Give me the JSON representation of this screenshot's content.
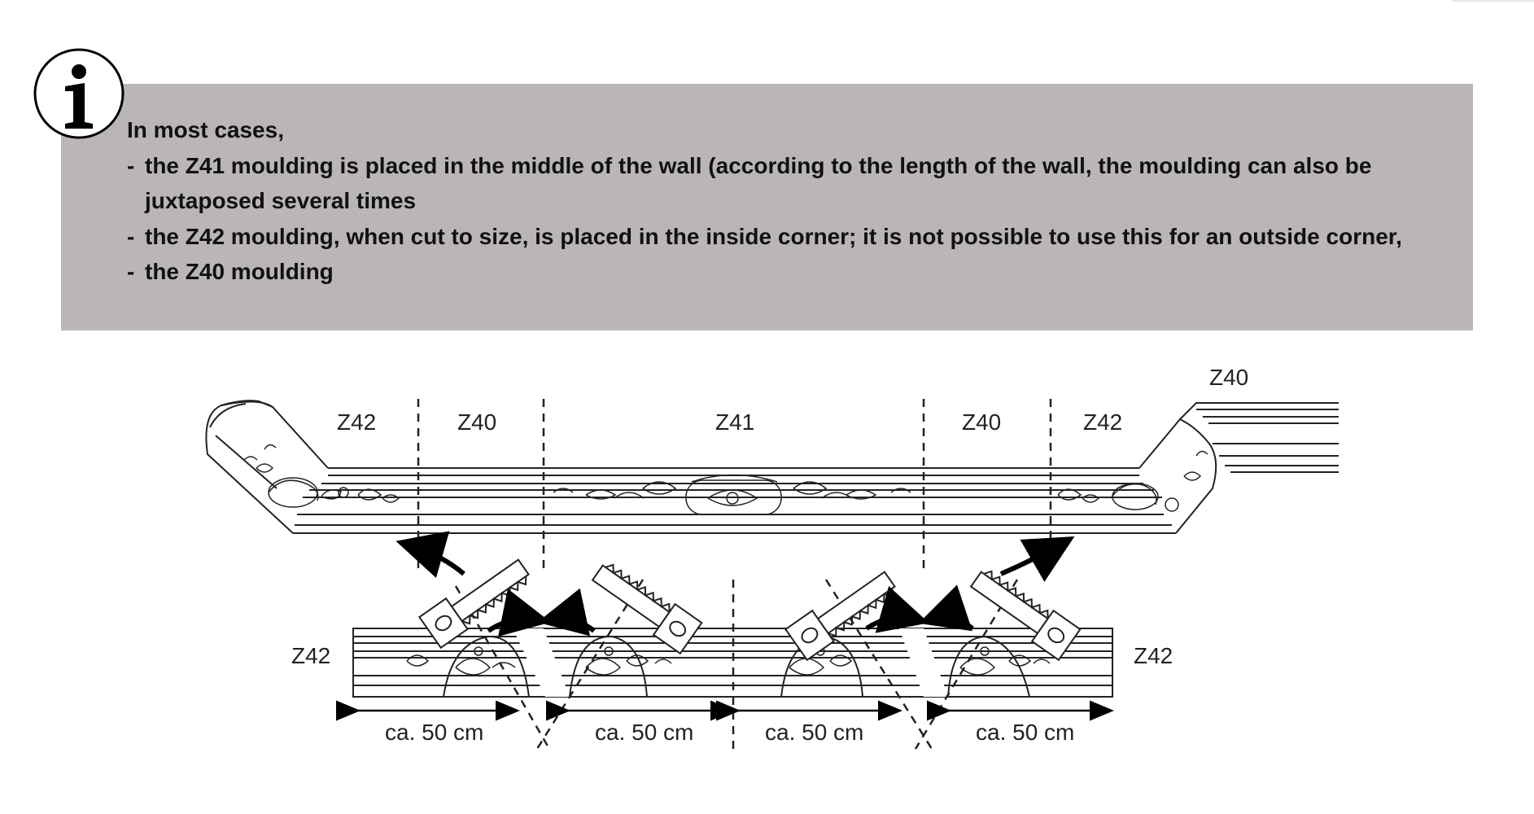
{
  "info": {
    "icon": "info-icon",
    "heading": "In most cases,",
    "bullets": [
      {
        "dash": "-",
        "lines": [
          "the Z41 moulding is placed in the middle of the wall (according to the length of the wall, the moulding can also be",
          "juxtaposed several times"
        ]
      },
      {
        "dash": "-",
        "lines": [
          "the Z42 moulding, when cut to size, is placed in the inside corner; it is not possible to use this for an outside corner,"
        ]
      },
      {
        "dash": "-",
        "lines": [
          "the Z40 moulding"
        ]
      }
    ]
  },
  "diagram": {
    "top_labels": {
      "z42_left": "Z42",
      "z40_left": "Z40",
      "z41_center": "Z41",
      "z40_right": "Z40",
      "z42_right": "Z42",
      "z40_far_right": "Z40"
    },
    "bottom_labels": {
      "z42_left": "Z42",
      "z42_right": "Z42"
    },
    "measurements": [
      "ca. 50 cm",
      "ca. 50 cm",
      "ca. 50 cm",
      "ca. 50 cm"
    ]
  }
}
